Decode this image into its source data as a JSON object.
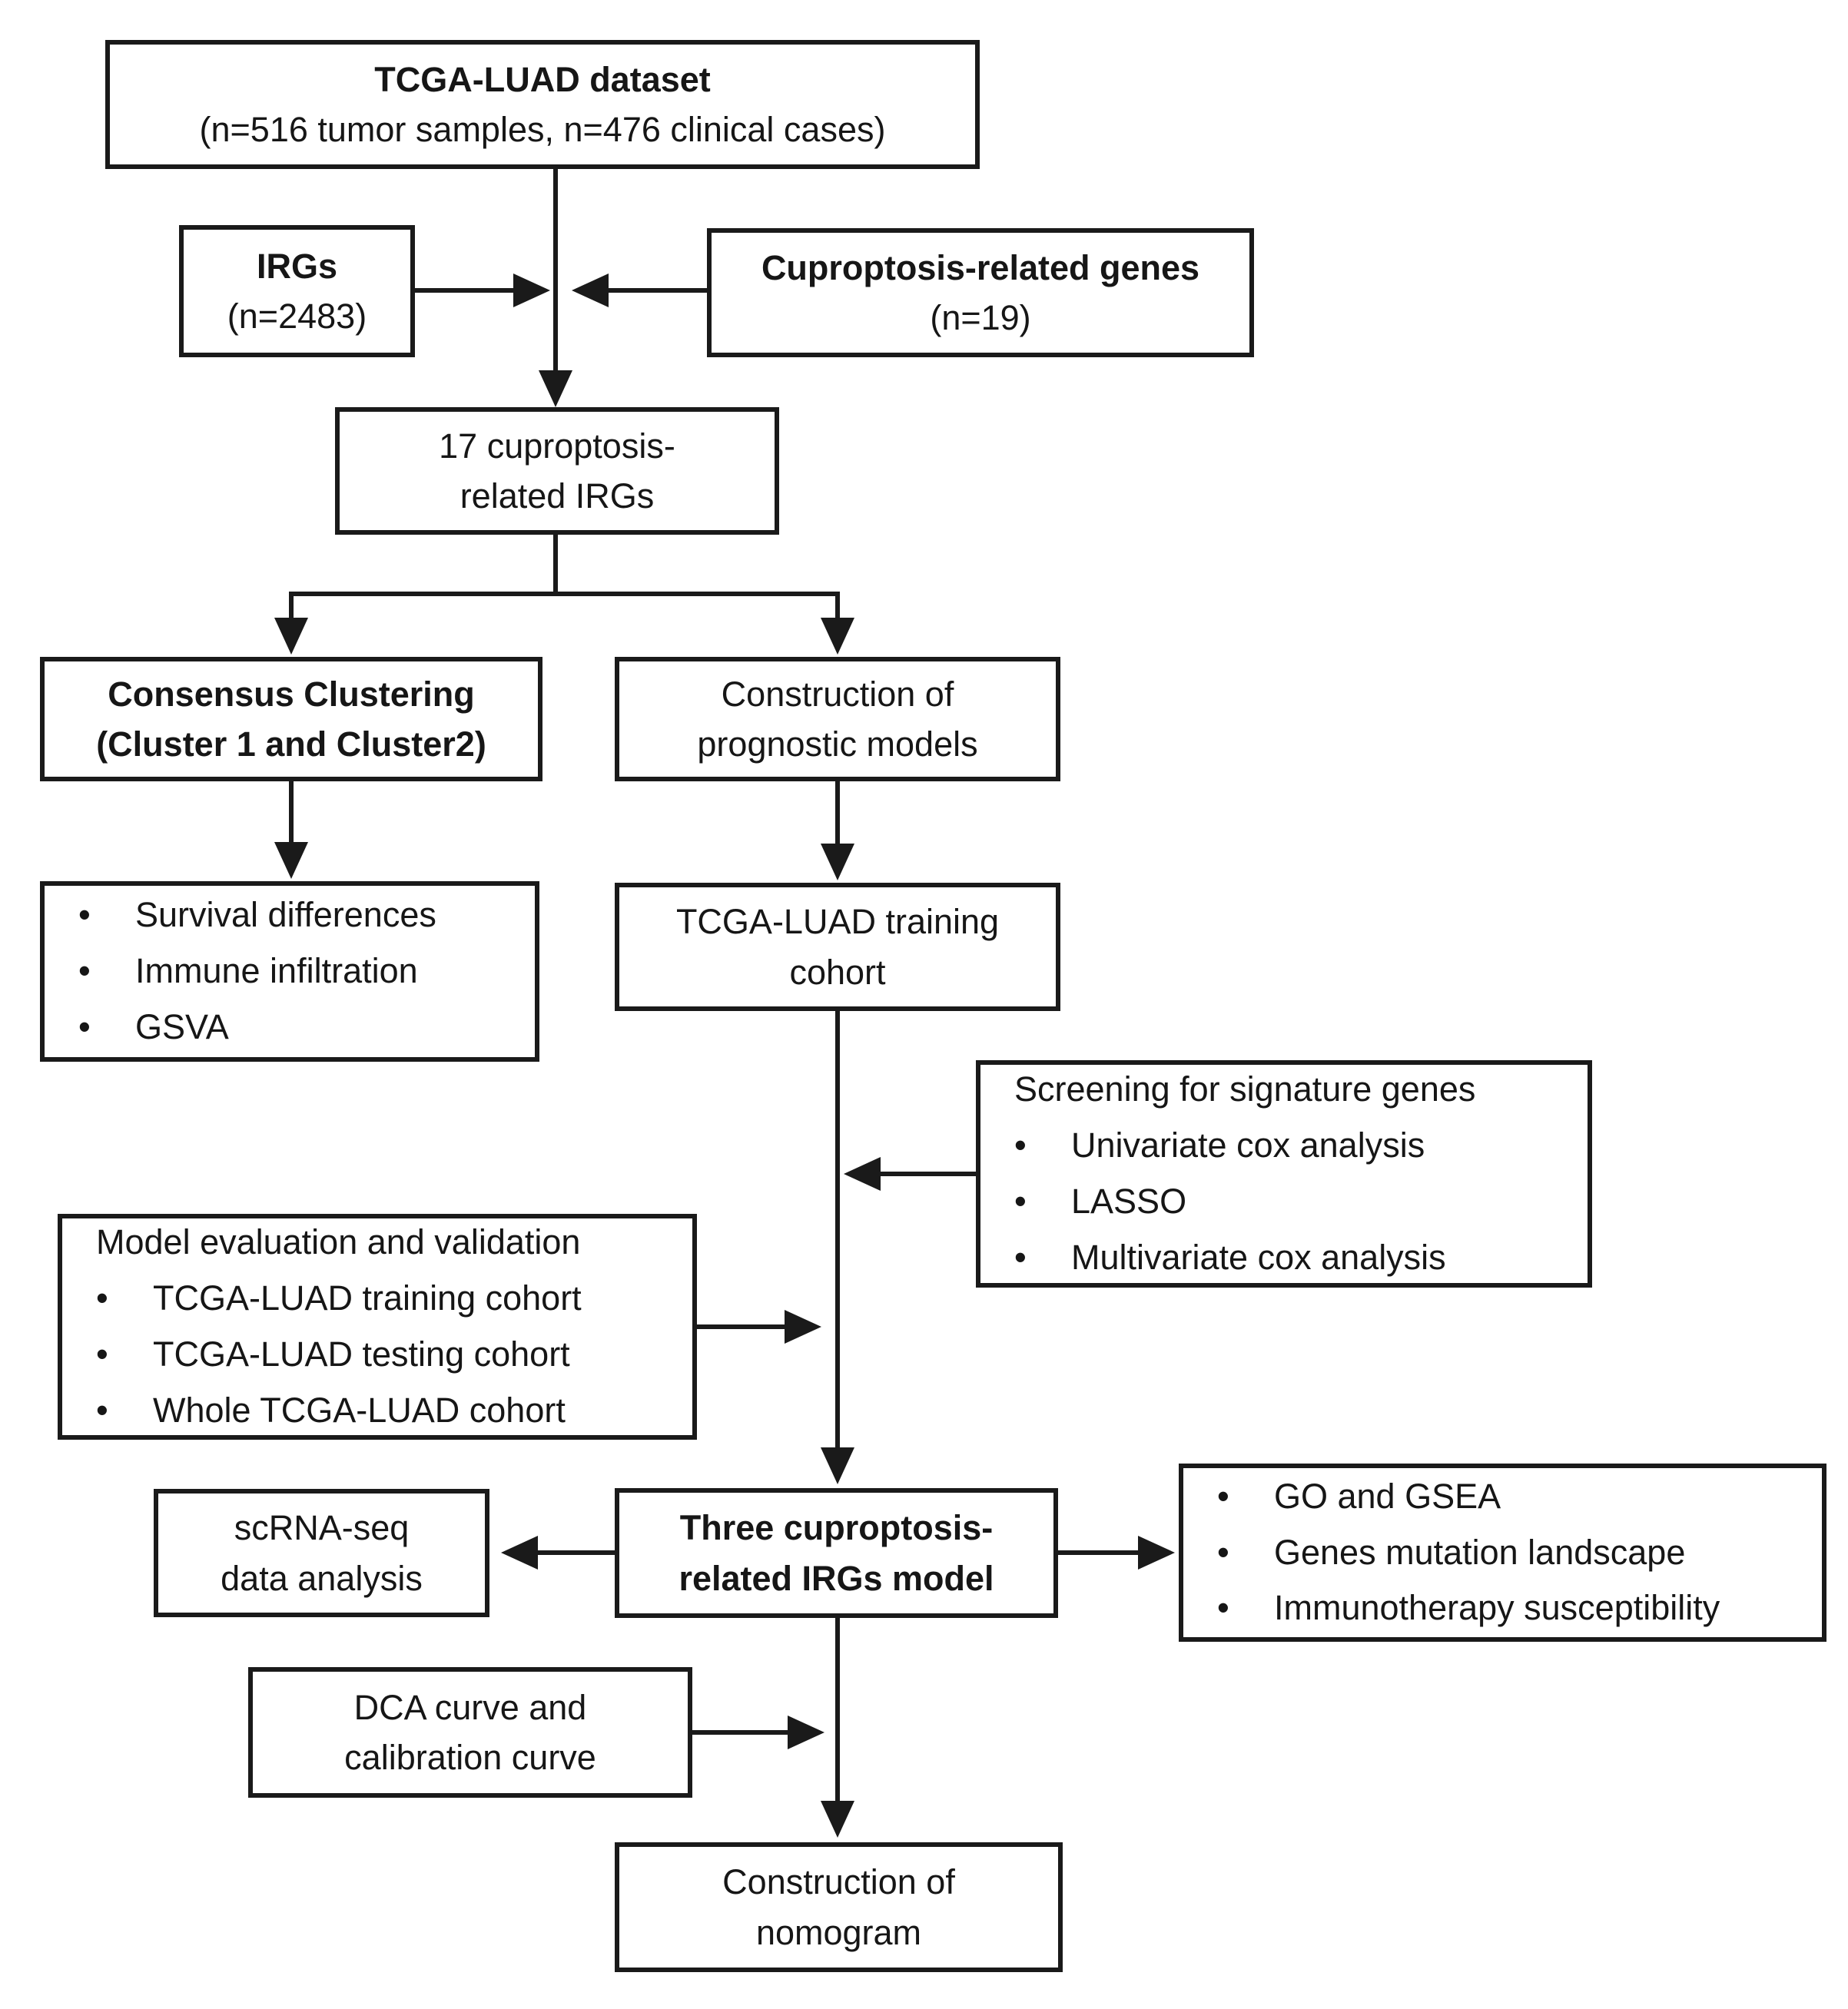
{
  "page": {
    "background_color": "#ffffff",
    "line_color": "#1a1a1a"
  },
  "nodes": {
    "tcga_dataset": {
      "title": "TCGA-LUAD dataset",
      "subtitle": "(n=516 tumor samples, n=476 clinical cases)"
    },
    "irgs": {
      "title": "IRGs",
      "subtitle": "(n=2483)"
    },
    "cuproptosis_genes": {
      "title": "Cuproptosis-related genes",
      "subtitle": "(n=19)"
    },
    "cuproptosis_irgs": {
      "text": "17 cuproptosis-\nrelated IRGs"
    },
    "consensus_clustering": {
      "text": "Consensus Clustering\n(Cluster 1 and Cluster2)"
    },
    "prognostic_models": {
      "text": "Construction of\nprognostic models"
    },
    "cluster_analyses": {
      "bullets": [
        "Survival differences",
        "Immune infiltration",
        "GSVA"
      ]
    },
    "training_cohort": {
      "text": "TCGA-LUAD training\ncohort"
    },
    "screening": {
      "title": "Screening for signature genes",
      "bullets": [
        "Univariate cox analysis",
        "LASSO",
        "Multivariate cox analysis"
      ]
    },
    "model_evaluation": {
      "title": "Model evaluation and validation",
      "bullets": [
        "TCGA-LUAD training cohort",
        "TCGA-LUAD testing cohort",
        "Whole TCGA-LUAD cohort"
      ]
    },
    "scrna_seq": {
      "text": "scRNA-seq\ndata analysis"
    },
    "irgs_model": {
      "text": "Three cuproptosis-\nrelated IRGs model"
    },
    "model_downstream": {
      "bullets": [
        "GO and GSEA",
        "Genes mutation landscape",
        "Immunotherapy susceptibility"
      ]
    },
    "dca": {
      "text": "DCA curve and\ncalibration curve"
    },
    "nomogram": {
      "text": "Construction of\nnomogram"
    }
  }
}
